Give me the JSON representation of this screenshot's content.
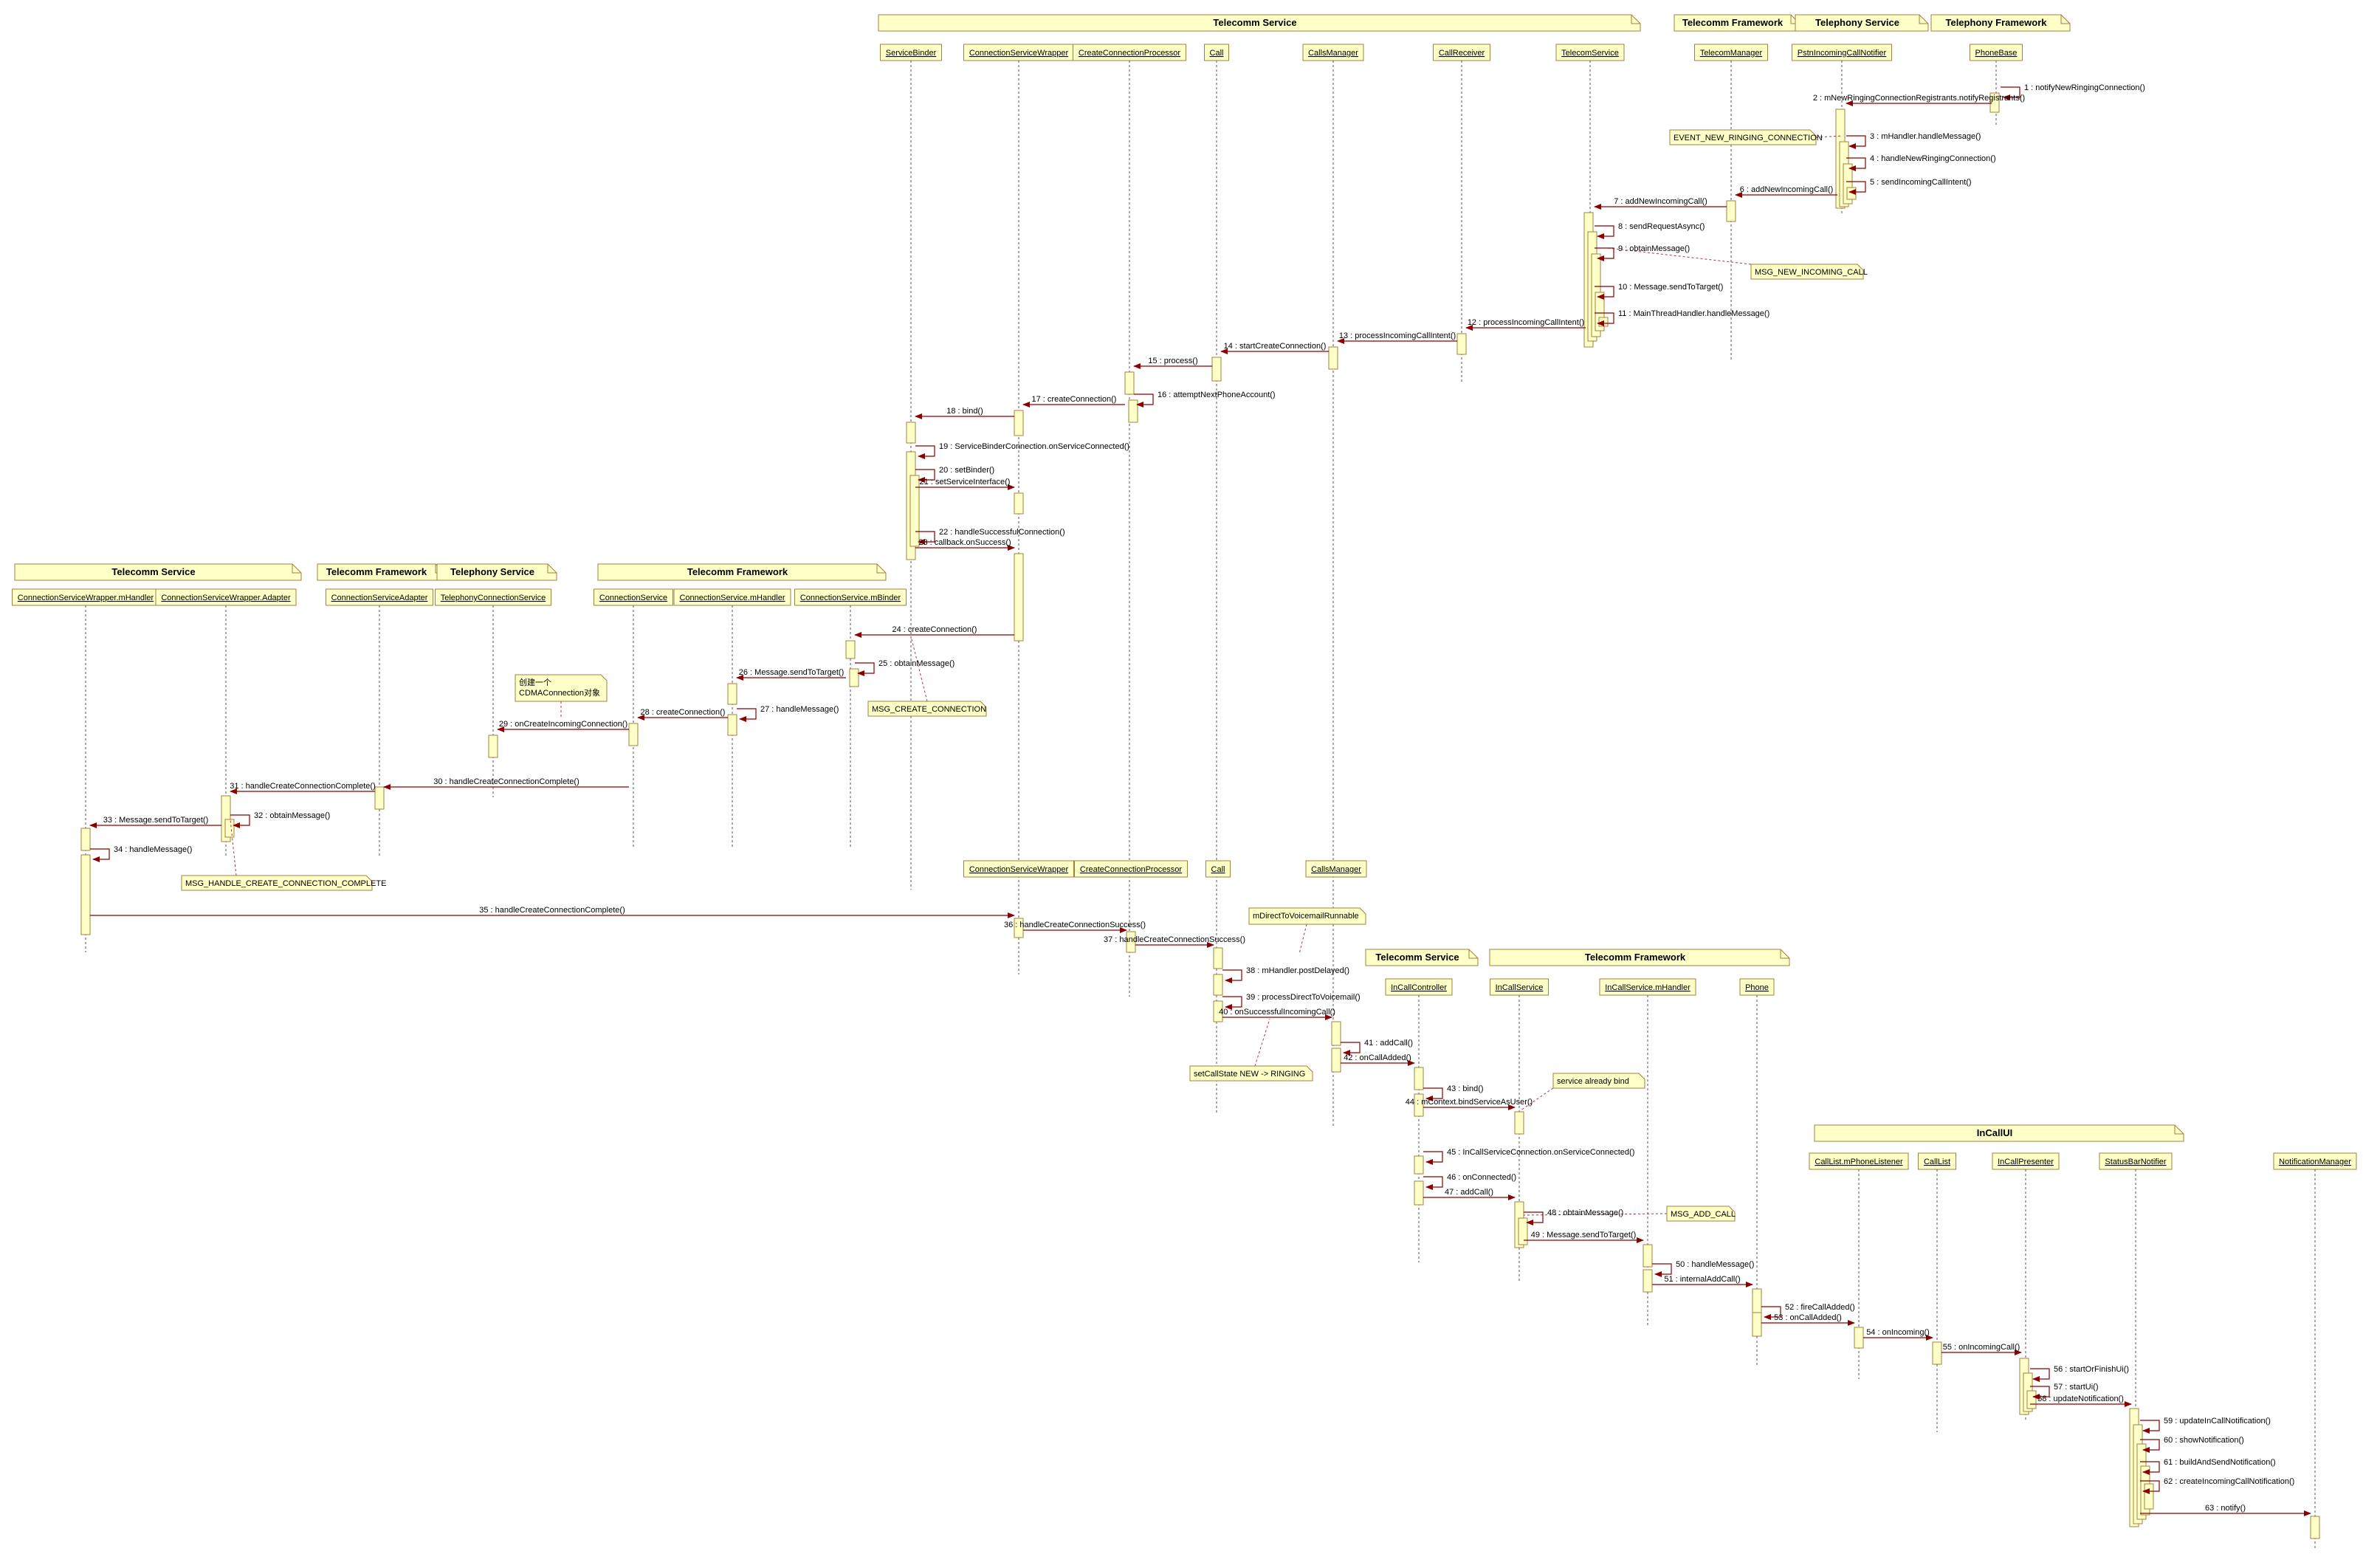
{
  "colors": {
    "box_fill": "#ffffc8",
    "box_stroke": "#a08040",
    "message": "#8b0000",
    "lifeline": "#555555",
    "note_link": "#b0304a"
  },
  "groups": [
    {
      "id": "g1",
      "title": "Telecomm Service"
    },
    {
      "id": "g2",
      "title": "Telecomm Framework"
    },
    {
      "id": "g3",
      "title": "Telephony Service"
    },
    {
      "id": "g4",
      "title": "Telephony Framework"
    },
    {
      "id": "g5",
      "title": "Telecomm Service"
    },
    {
      "id": "g6",
      "title": "Telecomm Framework"
    },
    {
      "id": "g7",
      "title": "Telephony Service"
    },
    {
      "id": "g8",
      "title": "Telecomm Framework"
    },
    {
      "id": "g9",
      "title": "Telecomm Service"
    },
    {
      "id": "g10",
      "title": "Telecomm Framework"
    },
    {
      "id": "g11",
      "title": "InCallUI"
    }
  ],
  "lifelines": [
    {
      "id": "servicebinder",
      "name": "ServiceBinder"
    },
    {
      "id": "csw",
      "name": "ConnectionServiceWrapper"
    },
    {
      "id": "ccp",
      "name": "CreateConnectionProcessor"
    },
    {
      "id": "call",
      "name": "Call"
    },
    {
      "id": "callsmanager",
      "name": "CallsManager"
    },
    {
      "id": "callreceiver",
      "name": "CallReceiver"
    },
    {
      "id": "telecomservice",
      "name": "TelecomService"
    },
    {
      "id": "telecommanager",
      "name": "TelecomManager"
    },
    {
      "id": "pstnnotifier",
      "name": "PstnIncomingCallNotifier"
    },
    {
      "id": "phonebase",
      "name": "PhoneBase"
    },
    {
      "id": "cswhandler",
      "name": "ConnectionServiceWrapper.mHandler"
    },
    {
      "id": "cswadapter",
      "name": "ConnectionServiceWrapper.Adapter"
    },
    {
      "id": "csadapter",
      "name": "ConnectionServiceAdapter"
    },
    {
      "id": "tcs",
      "name": "TelephonyConnectionService"
    },
    {
      "id": "cs",
      "name": "ConnectionService"
    },
    {
      "id": "cshandler",
      "name": "ConnectionService.mHandler"
    },
    {
      "id": "csbinder",
      "name": "ConnectionService.mBinder"
    },
    {
      "id": "csw2",
      "name": "ConnectionServiceWrapper"
    },
    {
      "id": "ccp2",
      "name": "CreateConnectionProcessor"
    },
    {
      "id": "call2",
      "name": "Call"
    },
    {
      "id": "callsmanager2",
      "name": "CallsManager"
    },
    {
      "id": "incallcontroller",
      "name": "InCallController"
    },
    {
      "id": "incallservice",
      "name": "InCallService"
    },
    {
      "id": "incallhandler",
      "name": "InCallService.mHandler"
    },
    {
      "id": "phone",
      "name": "Phone"
    },
    {
      "id": "phonelistener",
      "name": "CallList.mPhoneListener"
    },
    {
      "id": "calllist",
      "name": "CallList"
    },
    {
      "id": "incallpresenter",
      "name": "InCallPresenter"
    },
    {
      "id": "statusbarnotifier",
      "name": "StatusBarNotifier"
    },
    {
      "id": "notificationmanager",
      "name": "NotificationManager"
    }
  ],
  "messages": [
    {
      "n": 1,
      "label": "1 : notifyNewRingingConnection()"
    },
    {
      "n": 2,
      "label": "2 : mNewRingingConnectionRegistrants.notifyRegistrants()"
    },
    {
      "n": 3,
      "label": "3 : mHandler.handleMessage()"
    },
    {
      "n": 4,
      "label": "4 : handleNewRingingConnection()"
    },
    {
      "n": 5,
      "label": "5 : sendIncomingCallIntent()"
    },
    {
      "n": 6,
      "label": "6 : addNewIncomingCall()"
    },
    {
      "n": 7,
      "label": "7 : addNewIncomingCall()"
    },
    {
      "n": 8,
      "label": "8 : sendRequestAsync()"
    },
    {
      "n": 9,
      "label": "9 : obtainMessage()"
    },
    {
      "n": 10,
      "label": "10 : Message.sendToTarget()"
    },
    {
      "n": 11,
      "label": "11 : MainThreadHandler.handleMessage()"
    },
    {
      "n": 12,
      "label": "12 : processIncomingCallIntent()"
    },
    {
      "n": 13,
      "label": "13 : processIncomingCallIntent()"
    },
    {
      "n": 14,
      "label": "14 : startCreateConnection()"
    },
    {
      "n": 15,
      "label": "15 : process()"
    },
    {
      "n": 16,
      "label": "16 : attemptNextPhoneAccount()"
    },
    {
      "n": 17,
      "label": "17 : createConnection()"
    },
    {
      "n": 18,
      "label": "18 : bind()"
    },
    {
      "n": 19,
      "label": "19 : ServiceBinderConnection.onServiceConnected()"
    },
    {
      "n": 20,
      "label": "20 : setBinder()"
    },
    {
      "n": 21,
      "label": "21 : setServiceInterface()"
    },
    {
      "n": 22,
      "label": "22 : handleSuccessfulConnection()"
    },
    {
      "n": 23,
      "label": "23 : callback.onSuccess()"
    },
    {
      "n": 24,
      "label": "24 : createConnection()"
    },
    {
      "n": 25,
      "label": "25 : obtainMessage()"
    },
    {
      "n": 26,
      "label": "26 : Message.sendToTarget()"
    },
    {
      "n": 27,
      "label": "27 : handleMessage()"
    },
    {
      "n": 28,
      "label": "28 : createConnection()"
    },
    {
      "n": 29,
      "label": "29 : onCreateIncomingConnection()"
    },
    {
      "n": 30,
      "label": "30 : handleCreateConnectionComplete()"
    },
    {
      "n": 31,
      "label": "31 : handleCreateConnectionComplete()"
    },
    {
      "n": 32,
      "label": "32 : obtainMessage()"
    },
    {
      "n": 33,
      "label": "33 : Message.sendToTarget()"
    },
    {
      "n": 34,
      "label": "34 : handleMessage()"
    },
    {
      "n": 35,
      "label": "35 : handleCreateConnectionComplete()"
    },
    {
      "n": 36,
      "label": "36 : handleCreateConnectionSuccess()"
    },
    {
      "n": 37,
      "label": "37 : handleCreateConnectionSuccess()"
    },
    {
      "n": 38,
      "label": "38 : mHandler.postDelayed()"
    },
    {
      "n": 39,
      "label": "39 : processDirectToVoicemail()"
    },
    {
      "n": 40,
      "label": "40 : onSuccessfulIncomingCall()"
    },
    {
      "n": 41,
      "label": "41 : addCall()"
    },
    {
      "n": 42,
      "label": "42 : onCallAdded()"
    },
    {
      "n": 43,
      "label": "43 : bind()"
    },
    {
      "n": 44,
      "label": "44 : mContext.bindServiceAsUser()"
    },
    {
      "n": 45,
      "label": "45 : InCallServiceConnection.onServiceConnected()"
    },
    {
      "n": 46,
      "label": "46 : onConnected()"
    },
    {
      "n": 47,
      "label": "47 : addCall()"
    },
    {
      "n": 48,
      "label": "48 : obtainMessage()"
    },
    {
      "n": 49,
      "label": "49 : Message.sendToTarget()"
    },
    {
      "n": 50,
      "label": "50 : handleMessage()"
    },
    {
      "n": 51,
      "label": "51 : internalAddCall()"
    },
    {
      "n": 52,
      "label": "52 : fireCallAdded()"
    },
    {
      "n": 53,
      "label": "53 : onCallAdded()"
    },
    {
      "n": 54,
      "label": "54 : onIncoming()"
    },
    {
      "n": 55,
      "label": "55 : onIncomingCall()"
    },
    {
      "n": 56,
      "label": "56 : startOrFinishUi()"
    },
    {
      "n": 57,
      "label": "57 : startUi()"
    },
    {
      "n": 58,
      "label": "58 : updateNotification()"
    },
    {
      "n": 59,
      "label": "59 : updateInCallNotification()"
    },
    {
      "n": 60,
      "label": "60 : showNotification()"
    },
    {
      "n": 61,
      "label": "61 : buildAndSendNotification()"
    },
    {
      "n": 62,
      "label": "62 : createIncomingCallNotification()"
    },
    {
      "n": 63,
      "label": "63 : notify()"
    }
  ],
  "notes": [
    {
      "id": "n1",
      "text": "EVENT_NEW_RINGING_CONNECTION"
    },
    {
      "id": "n2",
      "text": "MSG_NEW_INCOMING_CALL"
    },
    {
      "id": "n3",
      "text": "MSG_CREATE_CONNECTION"
    },
    {
      "id": "n4",
      "text": "创建一个\nCDMAConnection对象"
    },
    {
      "id": "n5",
      "text": "MSG_HANDLE_CREATE_CONNECTION_COMPLETE"
    },
    {
      "id": "n6",
      "text": "mDirectToVoicemailRunnable"
    },
    {
      "id": "n7",
      "text": "setCallState NEW -> RINGING"
    },
    {
      "id": "n8",
      "text": "service already bind"
    },
    {
      "id": "n9",
      "text": "MSG_ADD_CALL"
    }
  ]
}
